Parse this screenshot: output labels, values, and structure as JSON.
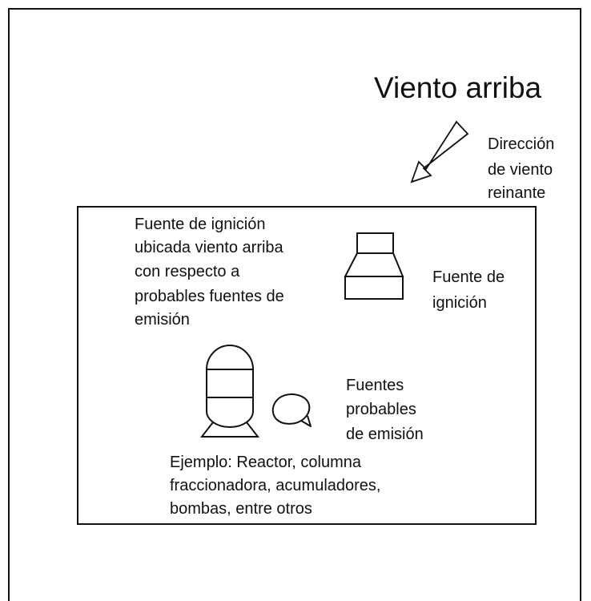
{
  "diagram": {
    "title": "Viento arriba",
    "wind_direction_label": [
      "Dirección",
      "de viento",
      "reinante"
    ],
    "ignition_note": [
      "Fuente de ignición",
      "ubicada viento arriba",
      "con respecto a",
      "probables fuentes de",
      "emisión"
    ],
    "ignition_source_label": [
      "Fuente de",
      "ignición"
    ],
    "emission_sources_label": [
      "Fuentes",
      "probables",
      "de emisión"
    ],
    "example_text": [
      "Ejemplo: Reactor, columna",
      "fraccionadora, acumuladores,",
      "bombas, entre otros"
    ]
  }
}
